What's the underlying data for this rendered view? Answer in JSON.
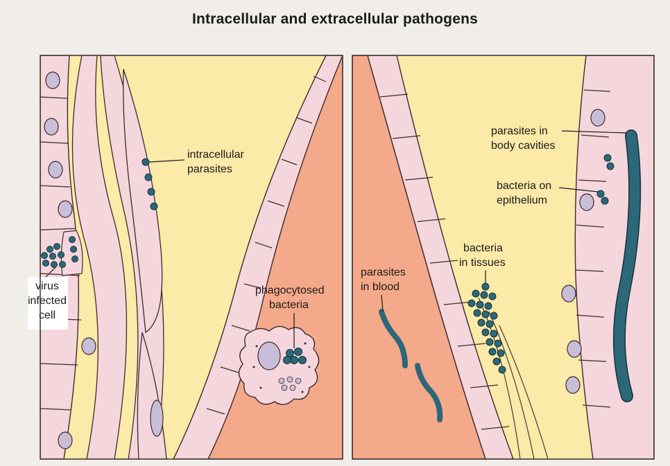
{
  "title": "Intracellular and extracellular pathogens",
  "labels": {
    "intracellular_parasites": [
      "intracellular",
      "parasites"
    ],
    "virus_infected_cell": [
      "virus",
      "infected",
      "cell"
    ],
    "phagocytosed_bacteria": [
      "phagocytosed",
      "bacteria"
    ],
    "parasites_in_blood": [
      "parasites",
      "in blood"
    ],
    "bacteria_in_tissues": [
      "bacteria",
      "in tissues"
    ],
    "parasites_in_body_cavities": [
      "parasites in",
      "body cavities"
    ],
    "bacteria_on_epithelium": [
      "bacteria on",
      "epithelium"
    ]
  },
  "colors": {
    "tissue_yellow": "#fbeaa8",
    "blood_salmon": "#f4a98a",
    "cell_pink": "#f5d6dc",
    "nucleus_lilac": "#c9bed8",
    "pathogen_teal": "#2c6878",
    "outline": "#3a2a2a"
  }
}
